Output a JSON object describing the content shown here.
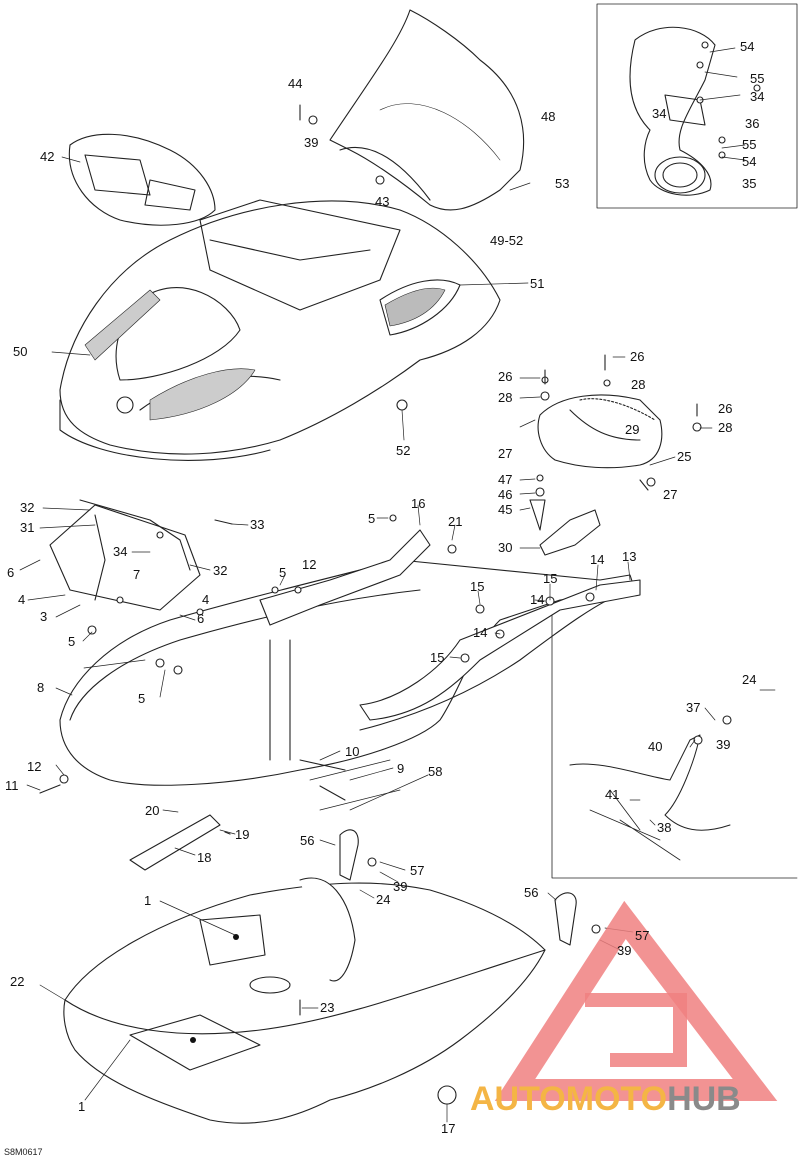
{
  "diagram_code": "S8M0617",
  "watermark": {
    "part1": "AUTOMOTO",
    "part2": "HUB",
    "color_primary": "#f08080",
    "color_accent": "#f4b545",
    "color_secondary": "#8a8a8a"
  },
  "callouts": [
    {
      "id": "c44",
      "text": "44"
    },
    {
      "id": "c39a",
      "text": "39"
    },
    {
      "id": "c43",
      "text": "43"
    },
    {
      "id": "c42",
      "text": "42"
    },
    {
      "id": "c48",
      "text": "48"
    },
    {
      "id": "c53",
      "text": "53"
    },
    {
      "id": "c4952",
      "text": "49-52"
    },
    {
      "id": "c51",
      "text": "51"
    },
    {
      "id": "c50",
      "text": "50"
    },
    {
      "id": "c52",
      "text": "52"
    },
    {
      "id": "c54a",
      "text": "54"
    },
    {
      "id": "c55a",
      "text": "55"
    },
    {
      "id": "c34a",
      "text": "34"
    },
    {
      "id": "c34b",
      "text": "34"
    },
    {
      "id": "c36",
      "text": "36"
    },
    {
      "id": "c55b",
      "text": "55"
    },
    {
      "id": "c54b",
      "text": "54"
    },
    {
      "id": "c35",
      "text": "35"
    },
    {
      "id": "c26a",
      "text": "26"
    },
    {
      "id": "c26b",
      "text": "26"
    },
    {
      "id": "c28a",
      "text": "28"
    },
    {
      "id": "c28b",
      "text": "28"
    },
    {
      "id": "c26c",
      "text": "26"
    },
    {
      "id": "c28c",
      "text": "28"
    },
    {
      "id": "c29",
      "text": "29"
    },
    {
      "id": "c27a",
      "text": "27"
    },
    {
      "id": "c47",
      "text": "47"
    },
    {
      "id": "c25",
      "text": "25"
    },
    {
      "id": "c46",
      "text": "46"
    },
    {
      "id": "c27b",
      "text": "27"
    },
    {
      "id": "c45",
      "text": "45"
    },
    {
      "id": "c30",
      "text": "30"
    },
    {
      "id": "c32a",
      "text": "32"
    },
    {
      "id": "c31",
      "text": "31"
    },
    {
      "id": "c33",
      "text": "33"
    },
    {
      "id": "c34c",
      "text": "34"
    },
    {
      "id": "c32b",
      "text": "32"
    },
    {
      "id": "c6a",
      "text": "6"
    },
    {
      "id": "c7",
      "text": "7"
    },
    {
      "id": "c4a",
      "text": "4"
    },
    {
      "id": "c4b",
      "text": "4"
    },
    {
      "id": "c3",
      "text": "3"
    },
    {
      "id": "c6b",
      "text": "6"
    },
    {
      "id": "c5a",
      "text": "5"
    },
    {
      "id": "c5b",
      "text": "5"
    },
    {
      "id": "c5c",
      "text": "5"
    },
    {
      "id": "c16",
      "text": "16"
    },
    {
      "id": "c21",
      "text": "21"
    },
    {
      "id": "c5d",
      "text": "5"
    },
    {
      "id": "c12a",
      "text": "12"
    },
    {
      "id": "c13",
      "text": "13"
    },
    {
      "id": "c14a",
      "text": "14"
    },
    {
      "id": "c15a",
      "text": "15"
    },
    {
      "id": "c15b",
      "text": "15"
    },
    {
      "id": "c14b",
      "text": "14"
    },
    {
      "id": "c14c",
      "text": "14"
    },
    {
      "id": "c15c",
      "text": "15"
    },
    {
      "id": "c8",
      "text": "8"
    },
    {
      "id": "c24a",
      "text": "24"
    },
    {
      "id": "c37",
      "text": "37"
    },
    {
      "id": "c40",
      "text": "40"
    },
    {
      "id": "c39b",
      "text": "39"
    },
    {
      "id": "c41",
      "text": "41"
    },
    {
      "id": "c38",
      "text": "38"
    },
    {
      "id": "c10",
      "text": "10"
    },
    {
      "id": "c9",
      "text": "9"
    },
    {
      "id": "c58",
      "text": "58"
    },
    {
      "id": "c12b",
      "text": "12"
    },
    {
      "id": "c11",
      "text": "11"
    },
    {
      "id": "c20",
      "text": "20"
    },
    {
      "id": "c19",
      "text": "19"
    },
    {
      "id": "c18",
      "text": "18"
    },
    {
      "id": "c56a",
      "text": "56"
    },
    {
      "id": "c57a",
      "text": "57"
    },
    {
      "id": "c39c",
      "text": "39"
    },
    {
      "id": "c24b",
      "text": "24"
    },
    {
      "id": "c1a",
      "text": "1"
    },
    {
      "id": "c56b",
      "text": "56"
    },
    {
      "id": "c57b",
      "text": "57"
    },
    {
      "id": "c39d",
      "text": "39"
    },
    {
      "id": "c22",
      "text": "22"
    },
    {
      "id": "c23",
      "text": "23"
    },
    {
      "id": "c1b",
      "text": "1"
    },
    {
      "id": "c17",
      "text": "17"
    }
  ]
}
